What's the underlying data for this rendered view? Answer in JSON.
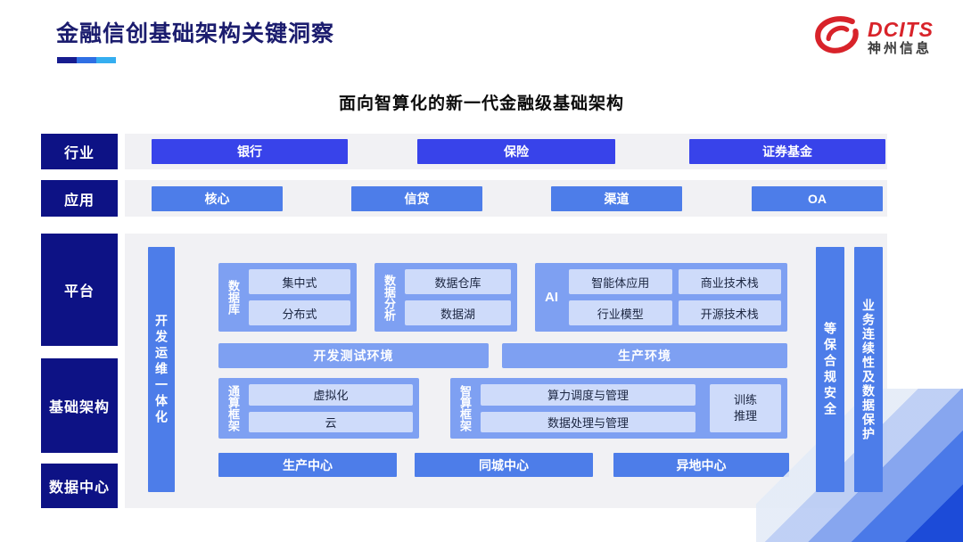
{
  "title": "金融信创基础架构关键洞察",
  "subtitle": "面向智算化的新一代金融级基础架构",
  "logo": {
    "brand": "DCITS",
    "company": "神州信息"
  },
  "layers": {
    "industry": "行业",
    "application": "应用",
    "platform": "平台",
    "infrastructure": "基础架构",
    "datacenter": "数据中心"
  },
  "industry_row": {
    "items": [
      "银行",
      "保险",
      "证券基金"
    ]
  },
  "application_row": {
    "items": [
      "核心",
      "信贷",
      "渠道",
      "OA"
    ]
  },
  "platform_area": {
    "devops_bar": "开发运维一体化",
    "security_bar": "等保合规安全",
    "continuity_bar": "业务连续性及数据保护",
    "database": {
      "label": "数据库",
      "items": [
        "集中式",
        "分布式"
      ]
    },
    "analytics": {
      "label": "数据分析",
      "items": [
        "数据仓库",
        "数据湖"
      ]
    },
    "ai": {
      "label": "AI",
      "items": [
        "智能体应用",
        "商业技术栈",
        "行业模型",
        "开源技术栈"
      ]
    },
    "environments": [
      "开发测试环境",
      "生产环境"
    ],
    "general_compute": {
      "label": "通算框架",
      "items": [
        "虚拟化",
        "云"
      ]
    },
    "intelligent_compute": {
      "label": "智算框架",
      "items": [
        "算力调度与管理",
        "数据处理与管理"
      ],
      "side_box": "训练\n推理"
    },
    "centers": [
      "生产中心",
      "同城中心",
      "异地中心"
    ]
  },
  "colors": {
    "title_navy": "#1b1c6e",
    "label_navy": "#0d1285",
    "primary_blue": "#3843ea",
    "cornflower_blue": "#4d7de9",
    "group_blue": "#7ea0f2",
    "inner_light_blue": "#cedbfa",
    "panel_gray": "#f1f1f4",
    "logo_red": "#d8232a"
  }
}
